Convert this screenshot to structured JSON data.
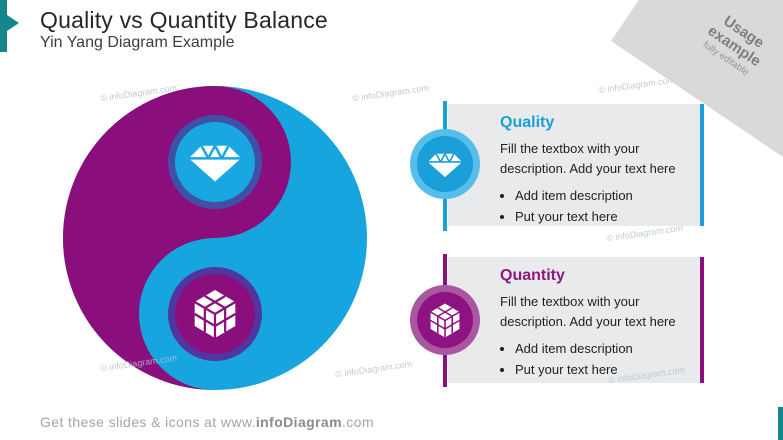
{
  "header": {
    "title": "Quality vs Quantity Balance",
    "subtitle": "Yin Yang Diagram Example"
  },
  "ribbon": {
    "title_line1": "Usage",
    "title_line2": "example",
    "subtitle": "fully editable"
  },
  "watermark_text": "© infoDiagram.com",
  "diagram": {
    "type": "yin-yang",
    "top_icon": "diamond-icon",
    "bottom_icon": "cube-icon",
    "colors": {
      "purple": "#8B0E7D",
      "blue": "#16A5DE",
      "blue_eye_ring": "#3E51A7",
      "purple_eye_ring": "#50369E",
      "teal_accent": "#17858D",
      "box_background": "#E9EAEC"
    }
  },
  "boxes": [
    {
      "title": "Quality",
      "accent_color": "#1B9FD8",
      "icon": "diamond-icon",
      "description": "Fill the textbox with your description. Add your text here",
      "bullets": [
        "Add item description",
        "Put your text here"
      ]
    },
    {
      "title": "Quantity",
      "accent_color": "#8B0E7D",
      "icon": "cube-icon",
      "description": "Fill the textbox with your description. Add your text here",
      "bullets": [
        "Add item description",
        "Put your text here"
      ]
    }
  ],
  "footer": {
    "prefix": "Get these slides & icons at www.",
    "brand": "infoDiagram",
    "suffix": ".com"
  }
}
